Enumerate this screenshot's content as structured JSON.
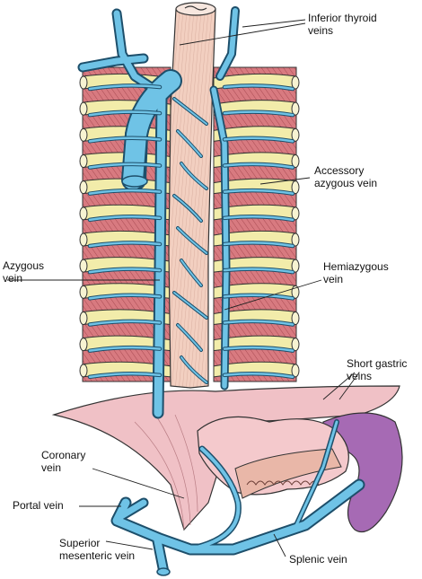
{
  "labels": {
    "inferior_thyroid": "Inferior thyroid\nveins",
    "accessory_azygous": "Accessory\nazygous vein",
    "azygous": "Azygous\nvein",
    "hemiazygous": "Hemiazygous\nvein",
    "short_gastric": "Short gastric\nveins",
    "coronary": "Coronary\nvein",
    "portal": "Portal vein",
    "superior_mesenteric": "Superior\nmesenteric vein",
    "splenic": "Splenic vein"
  },
  "colors": {
    "vein": "#6fc3e6",
    "vein_outline": "#1d4f6b",
    "rib": "#f2ecaa",
    "muscle": "#d87a80",
    "esophagus": "#f2cfc0",
    "stomach": "#f4c9cc",
    "spleen": "#a66ab4"
  }
}
